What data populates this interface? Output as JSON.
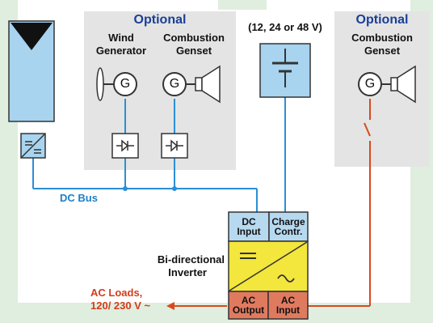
{
  "left_panel": {
    "title": "Optional",
    "wind_label_1": "Wind",
    "wind_label_2": "Generator",
    "genset_label_1": "Combustion",
    "genset_label_2": "Genset"
  },
  "right_panel": {
    "title": "Optional",
    "genset_label_1": "Combustion",
    "genset_label_2": "Genset"
  },
  "battery": {
    "voltage_label": "(12, 24 or 48 V)"
  },
  "generator_symbol": "G",
  "dc_bus_label": "DC Bus",
  "inverter": {
    "label_1": "Bi-directional",
    "label_2": "Inverter",
    "dc_input_1": "DC",
    "dc_input_2": "Input",
    "charge_1": "Charge",
    "charge_2": "Contr.",
    "ac_output_1": "AC",
    "ac_output_2": "Output",
    "ac_input_1": "AC",
    "ac_input_2": "Input"
  },
  "ac_loads": {
    "line_1": "AC Loads,",
    "line_2": "120/ 230 V ~"
  },
  "colors": {
    "dc_line": "#2a8fd6",
    "ac_line": "#d9481c",
    "panel": "#e4e4e4",
    "watermark": "#dfeede",
    "inverter_yellow": "#f3e63c",
    "inverter_blue": "#b6d9f0",
    "inverter_red": "#e07a5f"
  }
}
